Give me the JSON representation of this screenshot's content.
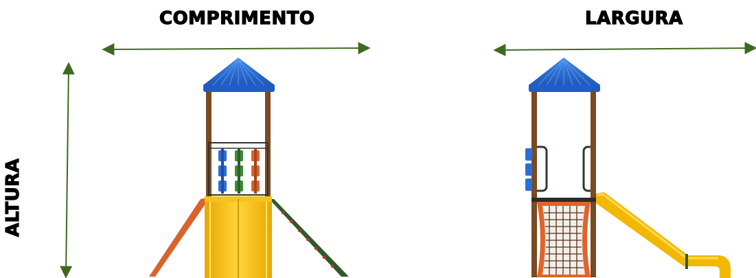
{
  "labels": {
    "length": "COMPRIMENTO",
    "width": "LARGURA",
    "height": "ALTURA"
  },
  "colors": {
    "arrow": "#3e6a1f",
    "roof": "#2b6fd6",
    "post": "#7a4a22",
    "slide": "#f2b800",
    "climber": "#e0642a",
    "panel_blue": "#2b6fd6",
    "panel_green": "#3d8b3a",
    "panel_orange": "#d9632a",
    "ladder": "#2f5a28"
  }
}
